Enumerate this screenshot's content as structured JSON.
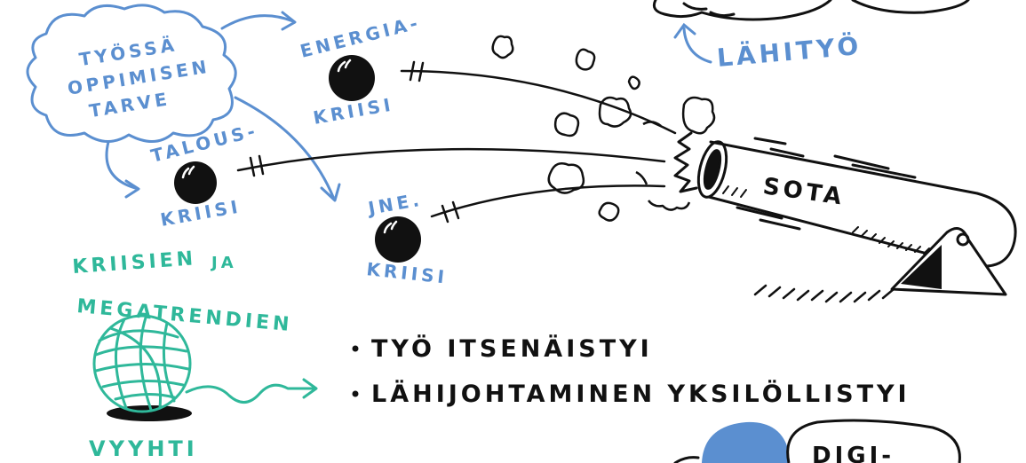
{
  "colors": {
    "blue": "#5b8fd0",
    "green": "#2fb89a",
    "ink": "#111111",
    "paper": "#ffffff"
  },
  "cloud": {
    "lines": [
      "TYÖSSÄ",
      "OPPIMISEN",
      "TARVE"
    ]
  },
  "crises": [
    {
      "top": "ENERGIA-",
      "bottom": "KRIISI"
    },
    {
      "top": "TALOUS-",
      "bottom": "KRIISI"
    },
    {
      "top": "JNE.",
      "bottom": "KRIISI"
    }
  ],
  "cannon": {
    "label": "SOTA"
  },
  "top_right": {
    "label": "LÄHITYÖ"
  },
  "yarn": {
    "title_lines": [
      "KRIISIEN",
      "JA",
      "MEGATRENDIEN"
    ],
    "label": "VYYHTI"
  },
  "bullets": [
    "TYÖ ITSENÄISTYI",
    "LÄHIJOHTAMINEN YKSILÖLLISTYI"
  ],
  "bottom_right": {
    "label": "DIGI-"
  }
}
